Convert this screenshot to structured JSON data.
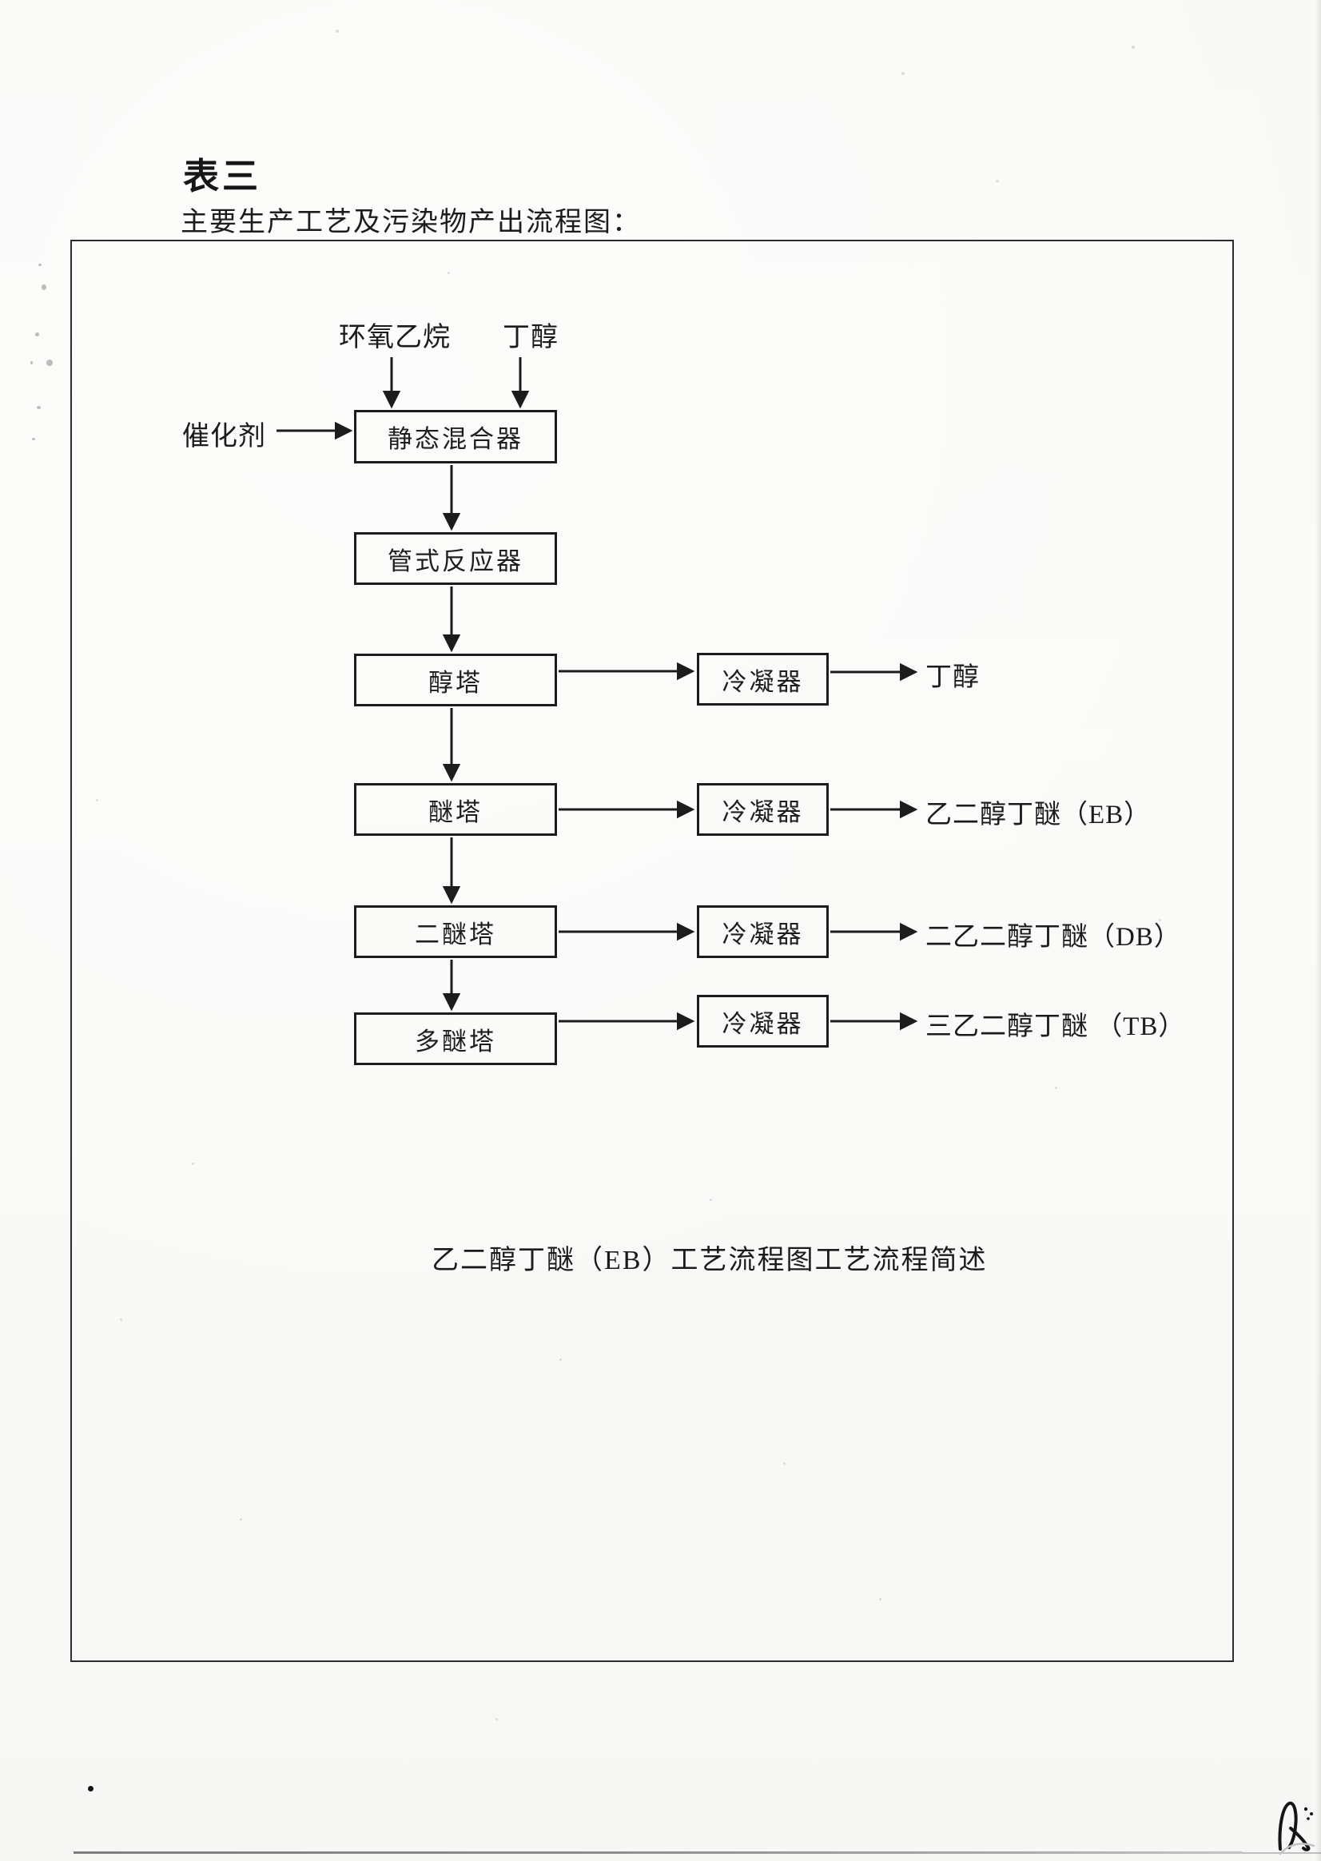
{
  "page": {
    "doc_label": "表三",
    "subtitle": "主要生产工艺及污染物产出流程图："
  },
  "flowchart": {
    "inputs": [
      {
        "label": "环氧乙烷"
      },
      {
        "label": "丁醇"
      }
    ],
    "catalyst": {
      "label": "催化剂"
    },
    "mixer": {
      "label": "静态混合器"
    },
    "reactor": {
      "label": "管式反应器"
    },
    "rows": [
      {
        "tower": "醇塔",
        "condenser": "冷凝器",
        "output": "丁醇"
      },
      {
        "tower": "醚塔",
        "condenser": "冷凝器",
        "output": "乙二醇丁醚（EB）"
      },
      {
        "tower": "二醚塔",
        "condenser": "冷凝器",
        "output": "二乙二醇丁醚（DB）"
      },
      {
        "tower": "多醚塔",
        "condenser": "冷凝器",
        "output": "三乙二醇丁醚 （TB）"
      }
    ],
    "caption": "乙二醇丁醚（EB）工艺流程图工艺流程简述"
  },
  "annotations": {
    "handwritten_mark": "handwritten-reviewer-mark"
  },
  "colors": {
    "ink": "#1c1c1c",
    "paper": "#fafaf8"
  }
}
